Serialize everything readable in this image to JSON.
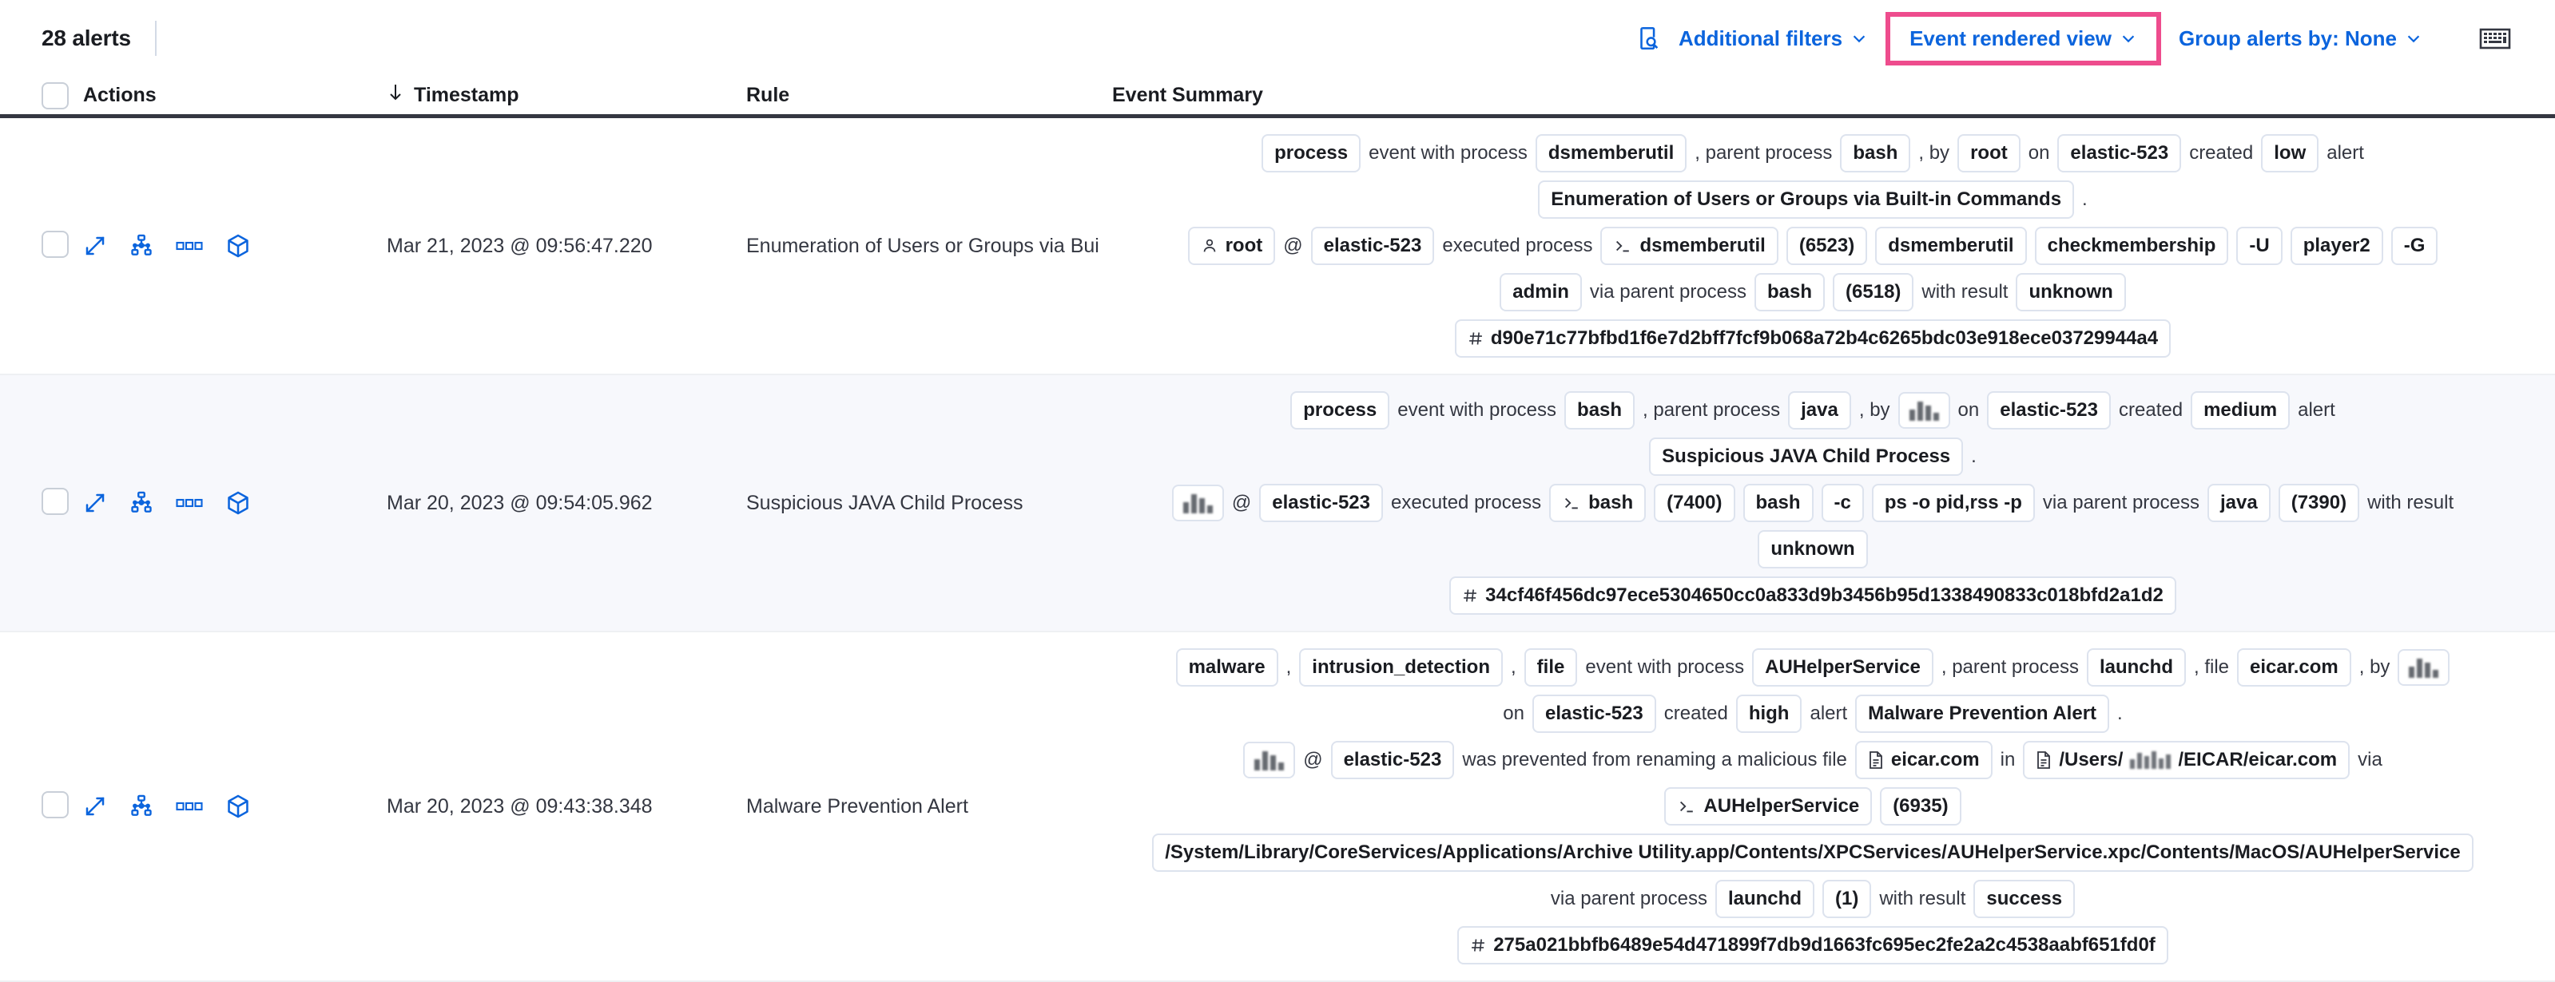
{
  "toolbar": {
    "alert_count": "28 alerts",
    "search_icon": "inspect-search-icon",
    "additional_filters": "Additional filters",
    "event_rendered_view": "Event rendered view",
    "group_alerts_by": "Group alerts by: None",
    "keyboard_icon": "keyboard-icon",
    "highlight_color": "#ee4c8d",
    "link_color": "#0b64dd"
  },
  "columns": {
    "actions": "Actions",
    "timestamp": "Timestamp",
    "timestamp_sort": "↓",
    "rule": "Rule",
    "event_summary": "Event Summary"
  },
  "row_actions": [
    "expand-icon",
    "session-view-icon",
    "more-actions-icon",
    "cube-icon"
  ],
  "rows": [
    {
      "timestamp": "Mar 21, 2023 @ 09:56:47.220",
      "rule": "Enumeration of Users or Groups via Bui",
      "zebra": false,
      "summary": [
        [
          {
            "t": "chip",
            "v": "process"
          },
          {
            "t": "text",
            "v": "event with process"
          },
          {
            "t": "chip",
            "v": "dsmemberutil"
          },
          {
            "t": "text",
            "v": ", parent process"
          },
          {
            "t": "chip",
            "v": "bash"
          },
          {
            "t": "text",
            "v": ", by"
          },
          {
            "t": "chip",
            "v": "root"
          },
          {
            "t": "text",
            "v": "on"
          },
          {
            "t": "chip",
            "v": "elastic-523"
          },
          {
            "t": "text",
            "v": "created"
          },
          {
            "t": "chip",
            "v": "low"
          },
          {
            "t": "text",
            "v": "alert"
          }
        ],
        [
          {
            "t": "chip",
            "v": "Enumeration of Users or Groups via Built-in Commands"
          },
          {
            "t": "text",
            "v": "."
          }
        ],
        [
          {
            "t": "chip",
            "v": "root",
            "icon": "user-icon"
          },
          {
            "t": "text",
            "v": "@"
          },
          {
            "t": "chip",
            "v": "elastic-523"
          },
          {
            "t": "text",
            "v": "executed process"
          },
          {
            "t": "chip",
            "v": "dsmemberutil",
            "icon": "console-icon"
          },
          {
            "t": "chip",
            "v": "(6523)"
          },
          {
            "t": "chip",
            "v": "dsmemberutil"
          },
          {
            "t": "chip",
            "v": "checkmembership"
          },
          {
            "t": "chip",
            "v": "-U"
          },
          {
            "t": "chip",
            "v": "player2"
          },
          {
            "t": "chip",
            "v": "-G"
          }
        ],
        [
          {
            "t": "chip",
            "v": "admin"
          },
          {
            "t": "text",
            "v": "via parent process"
          },
          {
            "t": "chip",
            "v": "bash"
          },
          {
            "t": "chip",
            "v": "(6518)"
          },
          {
            "t": "text",
            "v": "with result"
          },
          {
            "t": "chip",
            "v": "unknown"
          }
        ],
        [
          {
            "t": "chip",
            "v": "d90e71c77bfbd1f6e7d2bff7fcf9b068a72b4c6265bdc03e918ece03729944a4",
            "icon": "hash-icon"
          }
        ]
      ]
    },
    {
      "timestamp": "Mar 20, 2023 @ 09:54:05.962",
      "rule": "Suspicious JAVA Child Process",
      "zebra": true,
      "summary": [
        [
          {
            "t": "chip",
            "v": "process"
          },
          {
            "t": "text",
            "v": "event with process"
          },
          {
            "t": "chip",
            "v": "bash"
          },
          {
            "t": "text",
            "v": ", parent process"
          },
          {
            "t": "chip",
            "v": "java"
          },
          {
            "t": "text",
            "v": ", by"
          },
          {
            "t": "redacted",
            "v": ""
          },
          {
            "t": "text",
            "v": "on"
          },
          {
            "t": "chip",
            "v": "elastic-523"
          },
          {
            "t": "text",
            "v": "created"
          },
          {
            "t": "chip",
            "v": "medium"
          },
          {
            "t": "text",
            "v": "alert"
          }
        ],
        [
          {
            "t": "chip",
            "v": "Suspicious JAVA Child Process"
          },
          {
            "t": "text",
            "v": "."
          }
        ],
        [
          {
            "t": "redacted",
            "v": ""
          },
          {
            "t": "text",
            "v": "@"
          },
          {
            "t": "chip",
            "v": "elastic-523"
          },
          {
            "t": "text",
            "v": "executed process"
          },
          {
            "t": "chip",
            "v": "bash",
            "icon": "console-icon"
          },
          {
            "t": "chip",
            "v": "(7400)"
          },
          {
            "t": "chip",
            "v": "bash"
          },
          {
            "t": "chip",
            "v": "-c"
          },
          {
            "t": "chip",
            "v": "ps -o pid,rss -p"
          },
          {
            "t": "text",
            "v": "via parent process"
          },
          {
            "t": "chip",
            "v": "java"
          },
          {
            "t": "chip",
            "v": "(7390)"
          },
          {
            "t": "text",
            "v": "with result"
          }
        ],
        [
          {
            "t": "chip",
            "v": "unknown"
          }
        ],
        [
          {
            "t": "chip",
            "v": "34cf46f456dc97ece5304650cc0a833d9b3456b95d1338490833c018bfd2a1d2",
            "icon": "hash-icon"
          }
        ]
      ]
    },
    {
      "timestamp": "Mar 20, 2023 @ 09:43:38.348",
      "rule": "Malware Prevention Alert",
      "zebra": false,
      "summary": [
        [
          {
            "t": "chip",
            "v": "malware"
          },
          {
            "t": "text",
            "v": ","
          },
          {
            "t": "chip",
            "v": "intrusion_detection"
          },
          {
            "t": "text",
            "v": ","
          },
          {
            "t": "chip",
            "v": "file"
          },
          {
            "t": "text",
            "v": "event with process"
          },
          {
            "t": "chip",
            "v": "AUHelperService"
          },
          {
            "t": "text",
            "v": ", parent process"
          },
          {
            "t": "chip",
            "v": "launchd"
          },
          {
            "t": "text",
            "v": ", file"
          },
          {
            "t": "chip",
            "v": "eicar.com"
          },
          {
            "t": "text",
            "v": ", by"
          },
          {
            "t": "redacted",
            "v": ""
          }
        ],
        [
          {
            "t": "text",
            "v": "on"
          },
          {
            "t": "chip",
            "v": "elastic-523"
          },
          {
            "t": "text",
            "v": "created"
          },
          {
            "t": "chip",
            "v": "high"
          },
          {
            "t": "text",
            "v": "alert"
          },
          {
            "t": "chip",
            "v": "Malware Prevention Alert"
          },
          {
            "t": "text",
            "v": "."
          }
        ],
        [
          {
            "t": "redacted",
            "v": ""
          },
          {
            "t": "text",
            "v": "@"
          },
          {
            "t": "chip",
            "v": "elastic-523"
          },
          {
            "t": "text",
            "v": "was prevented from renaming a malicious file"
          },
          {
            "t": "chip",
            "v": "eicar.com",
            "icon": "file-icon"
          },
          {
            "t": "text",
            "v": "in"
          },
          {
            "t": "chip",
            "v": "/Users/",
            "icon": "file-icon",
            "suffix": "/EICAR/eicar.com",
            "redact_mid": true
          },
          {
            "t": "text",
            "v": "via"
          }
        ],
        [
          {
            "t": "chip",
            "v": "AUHelperService",
            "icon": "console-icon"
          },
          {
            "t": "chip",
            "v": "(6935)"
          }
        ],
        [
          {
            "t": "chip",
            "v": "/System/Library/CoreServices/Applications/Archive Utility.app/Contents/XPCServices/AUHelperService.xpc/Contents/MacOS/AUHelperService"
          }
        ],
        [
          {
            "t": "text",
            "v": "via parent process"
          },
          {
            "t": "chip",
            "v": "launchd"
          },
          {
            "t": "chip",
            "v": "(1)"
          },
          {
            "t": "text",
            "v": "with result"
          },
          {
            "t": "chip",
            "v": "success"
          }
        ],
        [
          {
            "t": "chip",
            "v": "275a021bbfb6489e54d471899f7db9d1663fc695ec2fe2a2c4538aabf651fd0f",
            "icon": "hash-icon"
          }
        ]
      ]
    }
  ]
}
